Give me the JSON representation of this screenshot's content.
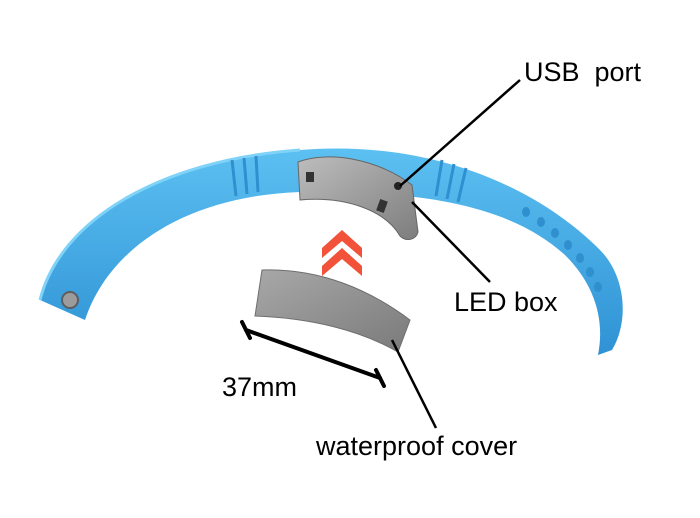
{
  "labels": {
    "usb_port": "USB  port",
    "led_box": "LED box",
    "dimension": "37mm",
    "waterproof_cover": "waterproof cover"
  },
  "colors": {
    "strap": "#44a9e6",
    "strap_shade": "#2f8fcf",
    "module": "#9a9a9a",
    "cover": "#8f8f8f",
    "arrow": "#f2513a",
    "leader": "#000000"
  },
  "icons": {
    "arrow": "double-chevron-up-icon"
  }
}
